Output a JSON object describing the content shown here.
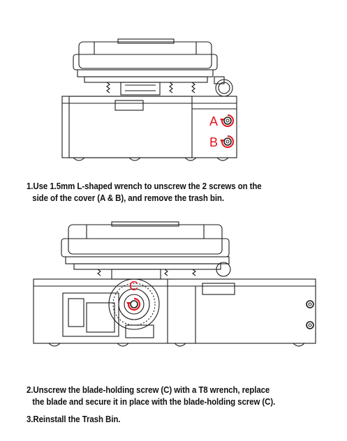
{
  "figure1": {
    "label_a": "A",
    "label_b": "B"
  },
  "figure2": {
    "label_c": "C"
  },
  "steps": [
    {
      "line1": "1.Use 1.5mm L-shaped wrench to unscrew the 2 screws on the",
      "line2": "side of the cover (A & B), and remove the trash bin."
    },
    {
      "line1": "2.Unscrew the blade-holding screw (C) with a T8 wrench, replace",
      "line2": "the blade and secure it in place with the blade-holding screw (C)."
    },
    {
      "line1": "3.Reinstall the Trash Bin."
    }
  ],
  "colors": {
    "accent": "#e3141b",
    "line": "#1a1a1a"
  }
}
